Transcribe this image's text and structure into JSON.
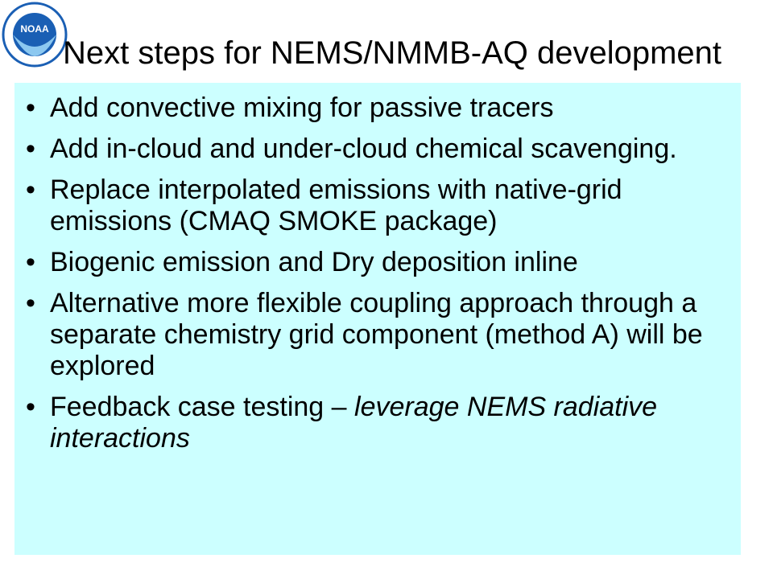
{
  "slide": {
    "title": "Next steps for NEMS/NMMB-AQ development",
    "logo_text": "NOAA",
    "bullet_symbol": "•",
    "bullets": [
      {
        "text": "Add convective mixing for passive tracers"
      },
      {
        "text": "Add in-cloud and under-cloud chemical scavenging."
      },
      {
        "text": "Replace interpolated emissions with native-grid emissions (CMAQ SMOKE package)"
      },
      {
        "text": "Biogenic emission and Dry deposition inline"
      },
      {
        "text": "Alternative more flexible coupling approach through a separate chemistry grid component (method A) will be explored"
      },
      {
        "text": "Feedback case testing – ",
        "italic": "leverage NEMS radiative interactions"
      }
    ]
  },
  "colors": {
    "content_background": "#ccffff",
    "logo_blue": "#1a5fb4",
    "logo_light": "#8cc8f0"
  }
}
